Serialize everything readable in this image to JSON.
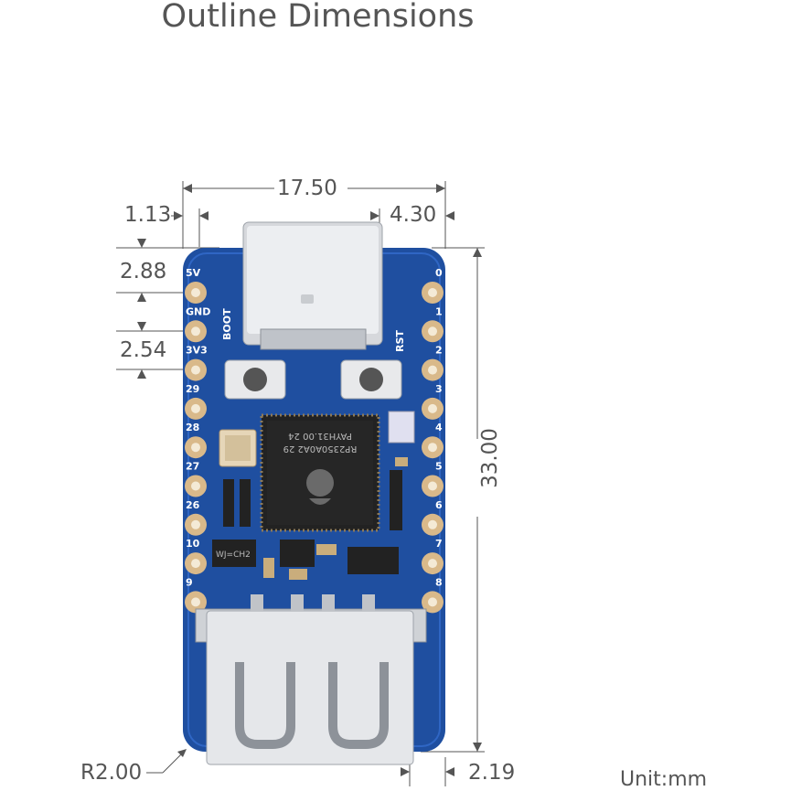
{
  "title": "Outline Dimensions",
  "unit": "Unit:mm",
  "dims": {
    "width": "17.50",
    "left_offset": "1.13",
    "right_offset": "4.30",
    "top_pin": "2.88",
    "pin_pitch": "2.54",
    "height": "33.00",
    "corner_radius": "R2.00",
    "usb_overhang": "2.19"
  },
  "board": {
    "left_pins": [
      "5V",
      "GND",
      "3V3",
      "29",
      "28",
      "27",
      "26",
      "10",
      "9"
    ],
    "right_pins": [
      "0",
      "1",
      "2",
      "3",
      "4",
      "5",
      "6",
      "7",
      "8"
    ],
    "boot_label": "BOOT",
    "rst_label": "RST",
    "chip_line1": "RP2350A0A2 29",
    "chip_line2": "PAYH31.00 24",
    "ic_label": "WJ=CH2",
    "pcb_color": "#1f4fa0",
    "pad_color": "#d9b98a"
  }
}
